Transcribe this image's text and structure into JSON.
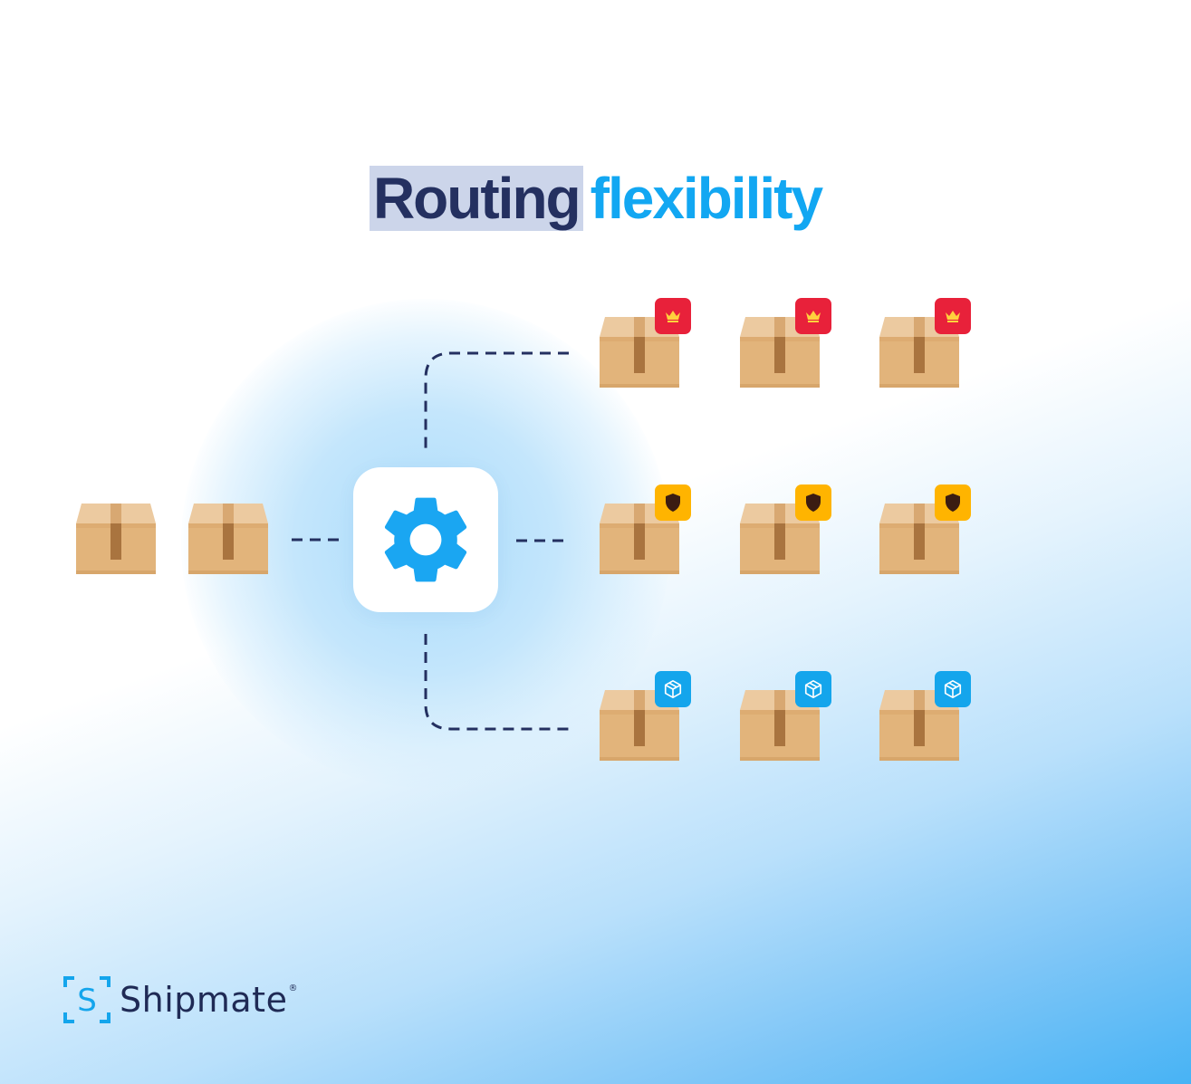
{
  "title": {
    "word1": "Routing",
    "word2": "flexibility"
  },
  "logo": {
    "name": "Shipmate",
    "mark_letter": "S",
    "registered": "®"
  },
  "colors": {
    "navy": "#243060",
    "blue": "#12a7f2",
    "gear": "#1aa6f2",
    "crown_badge": "#e8213a",
    "shield_badge": "#ffb400",
    "package_badge": "#14a5ec",
    "cardboard": "#e2b47b"
  },
  "diagram": {
    "inputs": [
      "package",
      "package"
    ],
    "hub_icon": "gear-icon",
    "output_rows": [
      {
        "badge_icon": "crown-icon",
        "boxes": 3
      },
      {
        "badge_icon": "shield-icon",
        "boxes": 3
      },
      {
        "badge_icon": "package-icon",
        "boxes": 3
      }
    ]
  }
}
